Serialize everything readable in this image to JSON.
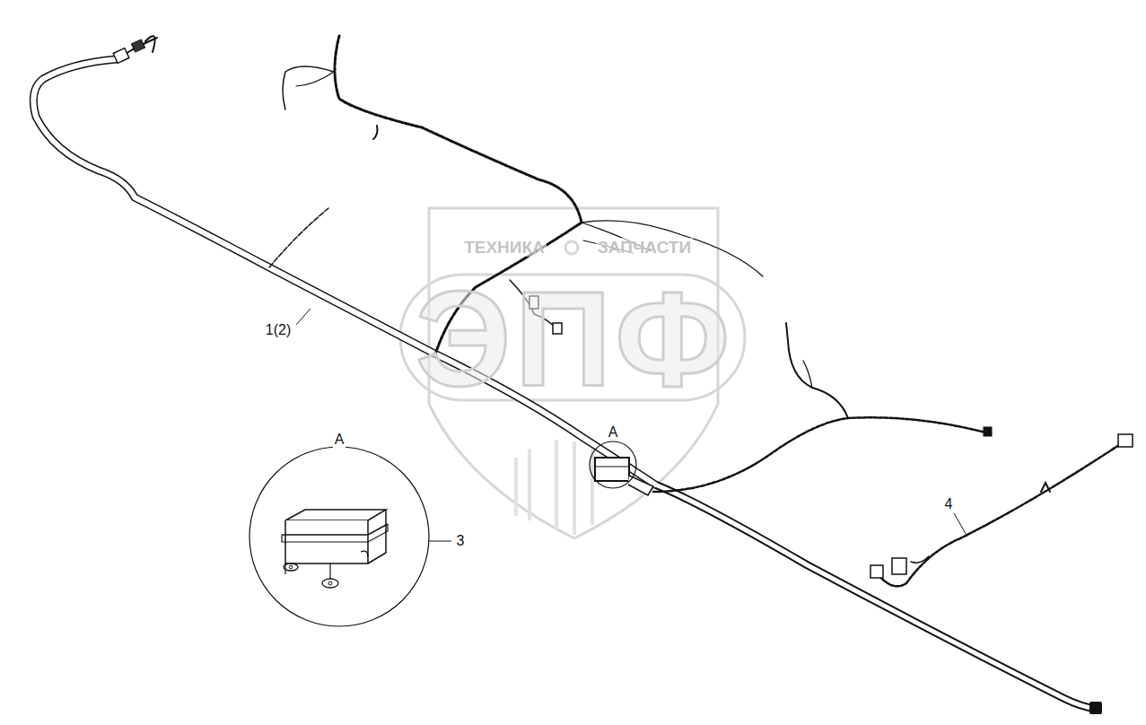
{
  "diagram": {
    "labels": [
      "1(2)",
      "A",
      "A",
      "3",
      "4",
      "ТЕХНИКА",
      "ЗАПЧАСТИ",
      "ЭПФ"
    ]
  }
}
